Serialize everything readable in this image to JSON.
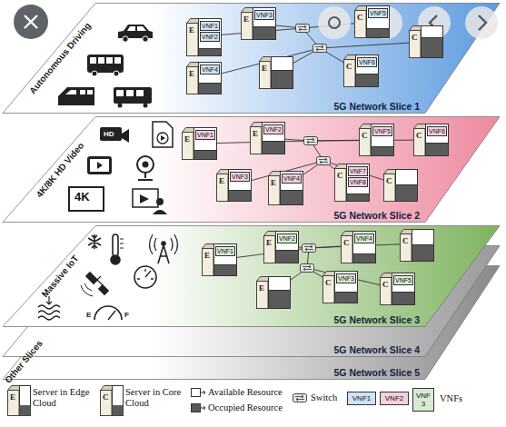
{
  "diagram": {
    "nodes": [
      {
        "text": [
          "Autonomous Driving",
          "5G Network Slice 1"
        ]
      },
      {
        "text": [
          "E"
        ],
        "in": 0
      },
      {
        "text": [
          "VNF1"
        ],
        "in": 1
      },
      {
        "text": [
          "VNF2"
        ],
        "in": 1
      },
      {
        "text": [
          "E"
        ],
        "in": 0
      },
      {
        "text": [
          "VNF3"
        ],
        "in": 4
      },
      {
        "text": [
          "E"
        ],
        "in": 0
      },
      {
        "text": [
          "VNF4"
        ],
        "in": 6
      },
      {
        "text": [
          "E"
        ],
        "in": 0
      },
      {
        "text": [
          "C"
        ],
        "in": 0
      },
      {
        "text": [
          "VNF5"
        ],
        "in": 9
      },
      {
        "text": [
          "C"
        ],
        "in": 0
      },
      {
        "text": [
          "VNF6"
        ],
        "in": 11
      },
      {
        "text": [
          "C"
        ],
        "in": 0
      },
      {
        "text": [
          "4K/8K HD Video",
          "5G Network Slice 2"
        ]
      },
      {
        "text": [
          "E"
        ],
        "in": 14
      },
      {
        "text": [
          "VNF1"
        ],
        "in": 15
      },
      {
        "text": [
          "E"
        ],
        "in": 14
      },
      {
        "text": [
          "VNF2"
        ],
        "in": 17
      },
      {
        "text": [
          "E"
        ],
        "in": 14
      },
      {
        "text": [
          "VNF3"
        ],
        "in": 19
      },
      {
        "text": [
          "E"
        ],
        "in": 14
      },
      {
        "text": [
          "VNF4"
        ],
        "in": 21
      },
      {
        "text": [
          "C"
        ],
        "in": 14
      },
      {
        "text": [
          "VNF5"
        ],
        "in": 23
      },
      {
        "text": [
          "C"
        ],
        "in": 14
      },
      {
        "text": [
          "VNF6"
        ],
        "in": 25
      },
      {
        "text": [
          "C"
        ],
        "in": 14
      },
      {
        "text": [
          "VNF7"
        ],
        "in": 27
      },
      {
        "text": [
          "VNF8"
        ],
        "in": 27
      },
      {
        "text": [
          "C"
        ],
        "in": 14
      },
      {
        "text": [
          "Massive IoT",
          "5G Network Slice 3"
        ]
      },
      {
        "text": [
          "E"
        ],
        "in": 31
      },
      {
        "text": [
          "VNF1"
        ],
        "in": 32
      },
      {
        "text": [
          "E"
        ],
        "in": 31
      },
      {
        "text": [
          "VNF2"
        ],
        "in": 34
      },
      {
        "text": [
          "E"
        ],
        "in": 31
      },
      {
        "text": [
          "C"
        ],
        "in": 31
      },
      {
        "text": [
          "VNF4"
        ],
        "in": 37
      },
      {
        "text": [
          "C"
        ],
        "in": 31
      },
      {
        "text": [
          "C"
        ],
        "in": 31
      },
      {
        "text": [
          "VNF3"
        ],
        "in": 40
      },
      {
        "text": [
          "C"
        ],
        "in": 31
      },
      {
        "text": [
          "VNF5"
        ],
        "in": 42
      },
      {
        "text": [
          "5G Network Slice 4"
        ]
      },
      {
        "text": [
          "5G Network Slice 5"
        ]
      }
    ],
    "labels": [
      "HD",
      "4K",
      "E",
      "F",
      "Other Slices",
      "E",
      "C",
      "VNFs"
    ],
    "legend": [
      {
        "text": "Server in Edge Cloud"
      },
      {
        "text": "Server in Core Cloud"
      },
      {
        "text": "Available Resource"
      },
      {
        "text": "Occupied Resource"
      },
      {
        "text": "Switch"
      },
      {
        "text": "VNF1",
        "color": "#cfe2f3"
      },
      {
        "text": "VNF2",
        "color": "#f4cfe0"
      },
      {
        "text": "VNF 3",
        "color": "#d9ead3"
      }
    ]
  }
}
